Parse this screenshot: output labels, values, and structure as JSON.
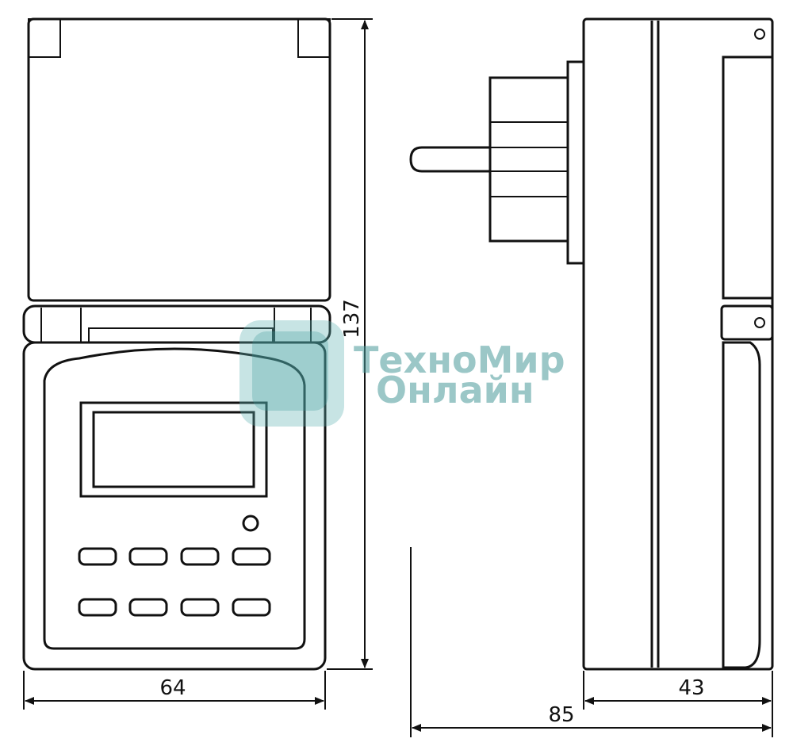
{
  "dimensions": {
    "front_width": "64",
    "height": "137",
    "side_depth": "43",
    "overall_depth": "85"
  },
  "watermark": {
    "line1": "ТехноМир",
    "line2": "Онлайн",
    "color": "#4a9a9a"
  },
  "front_view": {
    "keypad_row_count": 2,
    "keys_per_row": 4
  }
}
